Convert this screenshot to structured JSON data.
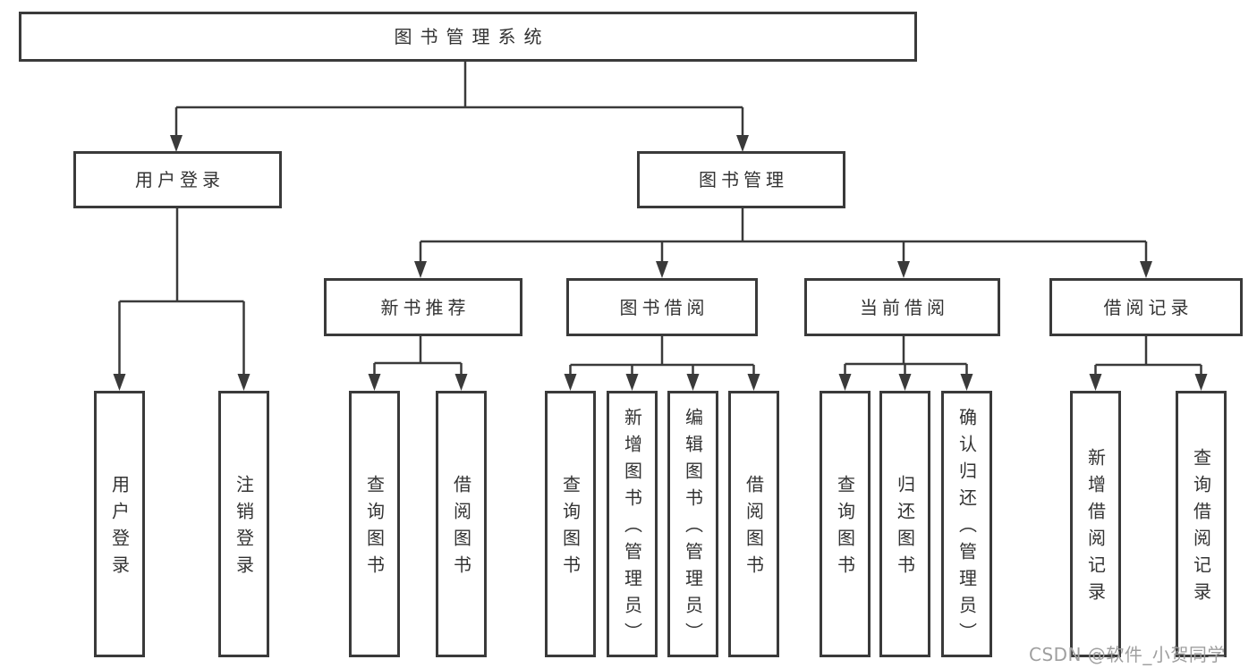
{
  "diagram": {
    "root": {
      "label": "图书管理系统"
    },
    "level2": [
      {
        "label": "用户登录",
        "children": [
          {
            "label": "用户登录"
          },
          {
            "label": "注销登录"
          }
        ]
      },
      {
        "label": "图书管理",
        "children": [
          {
            "label": "新书推荐",
            "children": [
              {
                "label": "查询图书"
              },
              {
                "label": "借阅图书"
              }
            ]
          },
          {
            "label": "图书借阅",
            "children": [
              {
                "label": "查询图书"
              },
              {
                "label": "新增图书（管理员）"
              },
              {
                "label": "编辑图书（管理员）"
              },
              {
                "label": "借阅图书"
              }
            ]
          },
          {
            "label": "当前借阅",
            "children": [
              {
                "label": "查询图书"
              },
              {
                "label": "归还图书"
              },
              {
                "label": "确认归还（管理员）"
              }
            ]
          },
          {
            "label": "借阅记录",
            "children": [
              {
                "label": "新增借阅记录"
              },
              {
                "label": "查询借阅记录"
              }
            ]
          }
        ]
      }
    ]
  },
  "watermark": {
    "text": "CSDN @软件_小贺同学"
  },
  "colors": {
    "line": "#3a3a3a",
    "box_border": "#3a3a3a",
    "box_fill": "#ffffff",
    "text": "#333333",
    "background": "#ffffff",
    "watermark": "#9f9f9f"
  }
}
